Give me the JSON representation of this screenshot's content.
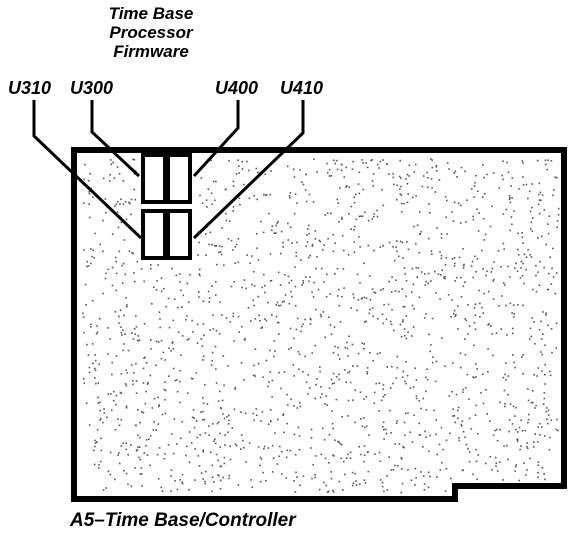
{
  "title": {
    "line1": "Time Base",
    "line2": "Processor",
    "line3": "Firmware"
  },
  "chips": {
    "u310": "U310",
    "u300": "U300",
    "u400": "U400",
    "u410": "U410"
  },
  "caption": "A5–Time Base/Controller",
  "colors": {
    "ink": "#000000",
    "board_dots": "#555555",
    "background": "#ffffff"
  }
}
